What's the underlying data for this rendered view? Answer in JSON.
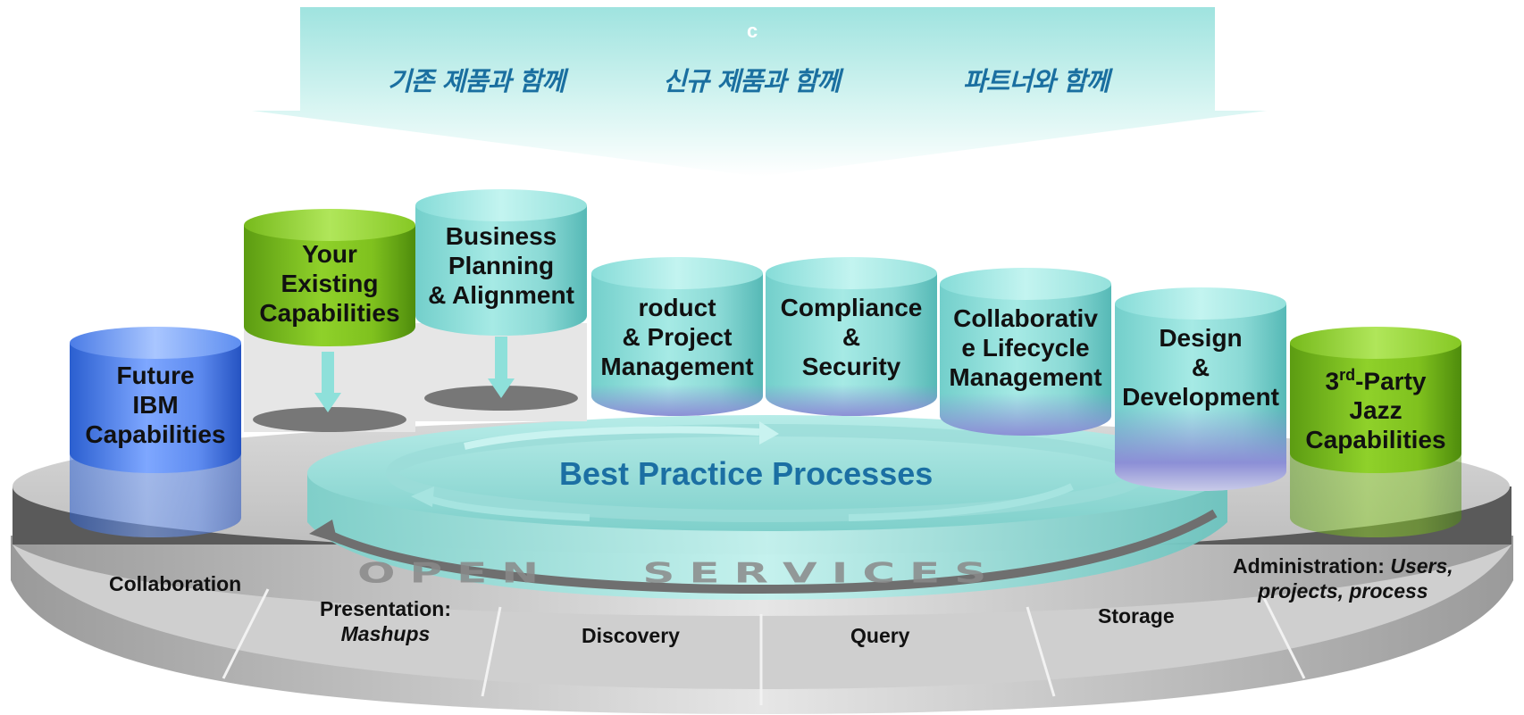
{
  "banner": {
    "mark": "c",
    "items": [
      "기존 제품과 함께",
      "신규 제품과 함께",
      "파트너와 함께"
    ]
  },
  "cylinders": {
    "future_ibm": "Future\nIBM\nCapabilities",
    "your_existing": "Your\nExisting\nCapabilities",
    "business_planning": "Business\nPlanning\n& Alignment",
    "product_project": "roduct\n& Project\nManagement",
    "compliance": "Compliance\n&\nSecurity",
    "collaborative": "Collaborativ\ne Lifecycle\nManagement",
    "design": "Design\n&\nDevelopment",
    "third_party_pre": "3",
    "third_party_sup": "rd",
    "third_party_post": "-Party\nJazz\nCapabilities"
  },
  "center": {
    "title": "Best Practice Processes",
    "ring_label": "OPEN   SERVICES"
  },
  "services": {
    "collaboration": "Collaboration",
    "presentation_line1": "Presentation:",
    "presentation_line2": "Mashups",
    "discovery": "Discovery",
    "query": "Query",
    "storage": "Storage",
    "admin_line1_a": "Administration: ",
    "admin_line1_b": "Users,",
    "admin_line2": "projects, process"
  },
  "colors": {
    "teal": "#9fe3df",
    "green": "#86c824",
    "blue": "#5f8cf0",
    "title_blue": "#1b6fa3",
    "platform_gray": "#bfbfbf"
  }
}
